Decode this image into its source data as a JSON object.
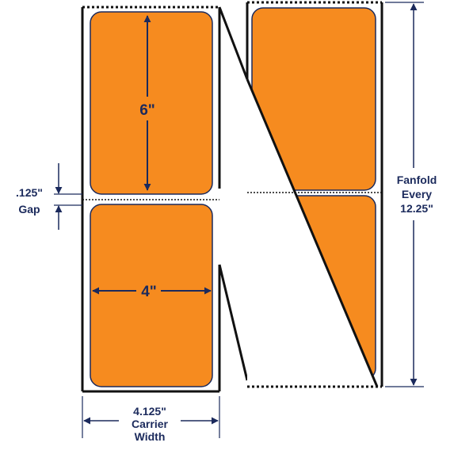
{
  "colors": {
    "label_fill": "#f68b1f",
    "label_stroke": "#1b2a5c",
    "carrier_stroke": "#111111",
    "dimension": "#1b2a5c"
  },
  "labels": {
    "height": "6\"",
    "width": "4\"",
    "gap_value": ".125\"",
    "gap_word": "Gap",
    "carrier_value": "4.125\"",
    "carrier_word1": "Carrier",
    "carrier_word2": "Width",
    "fanfold_word1": "Fanfold",
    "fanfold_word2": "Every",
    "fanfold_value": "12.25\""
  }
}
